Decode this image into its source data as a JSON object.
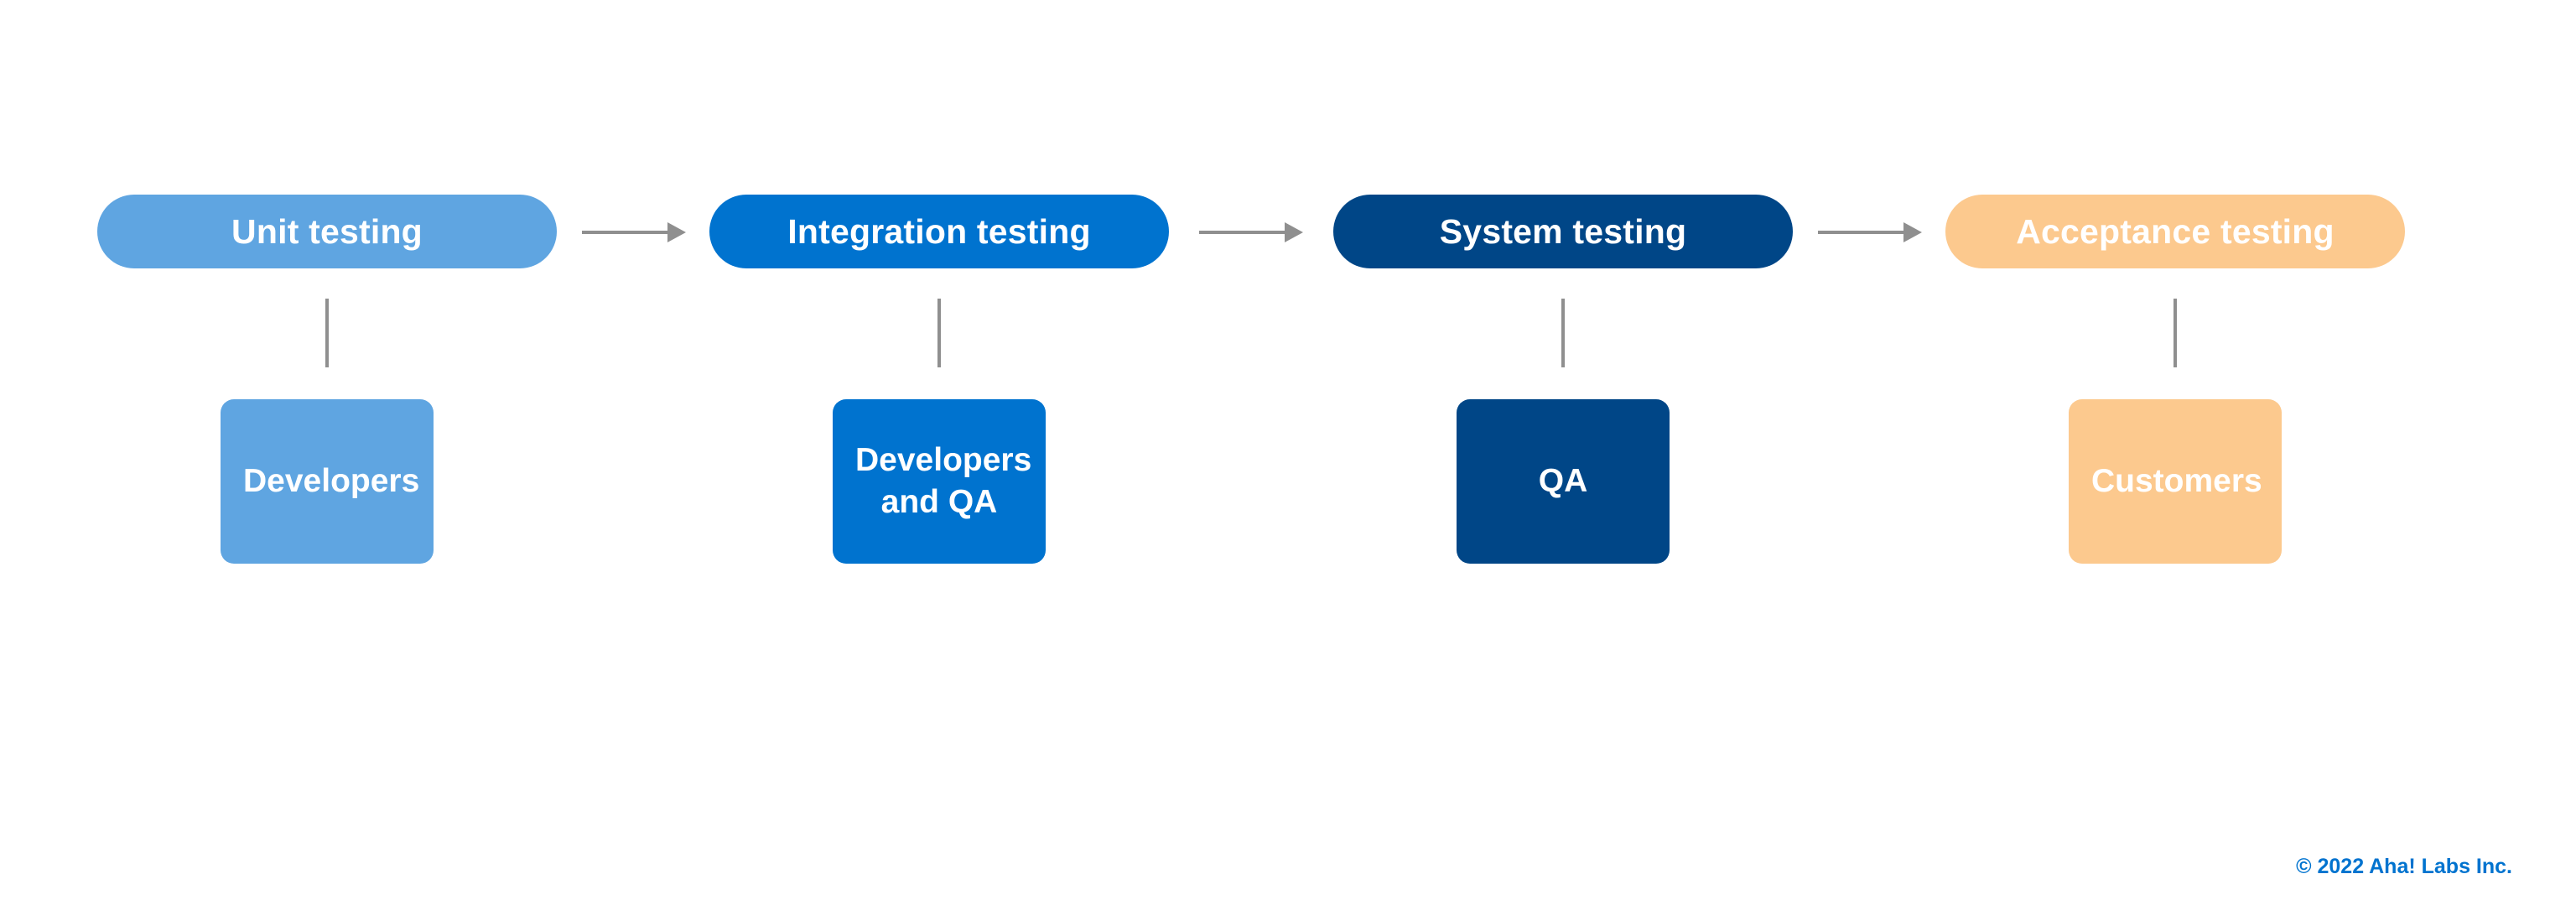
{
  "colors": {
    "unit": "#5fa5e1",
    "integration": "#0073cf",
    "system": "#004687",
    "acceptance": "#fcc98e",
    "connector": "#8f8f8f",
    "copyright": "#0073cf"
  },
  "stages": [
    {
      "label": "Unit testing",
      "role": "Developers"
    },
    {
      "label": "Integration testing",
      "role": "Developers and QA"
    },
    {
      "label": "System testing",
      "role": "QA"
    },
    {
      "label": "Acceptance testing",
      "role": "Customers"
    }
  ],
  "footer": {
    "copyright": "© 2022 Aha! Labs Inc."
  }
}
